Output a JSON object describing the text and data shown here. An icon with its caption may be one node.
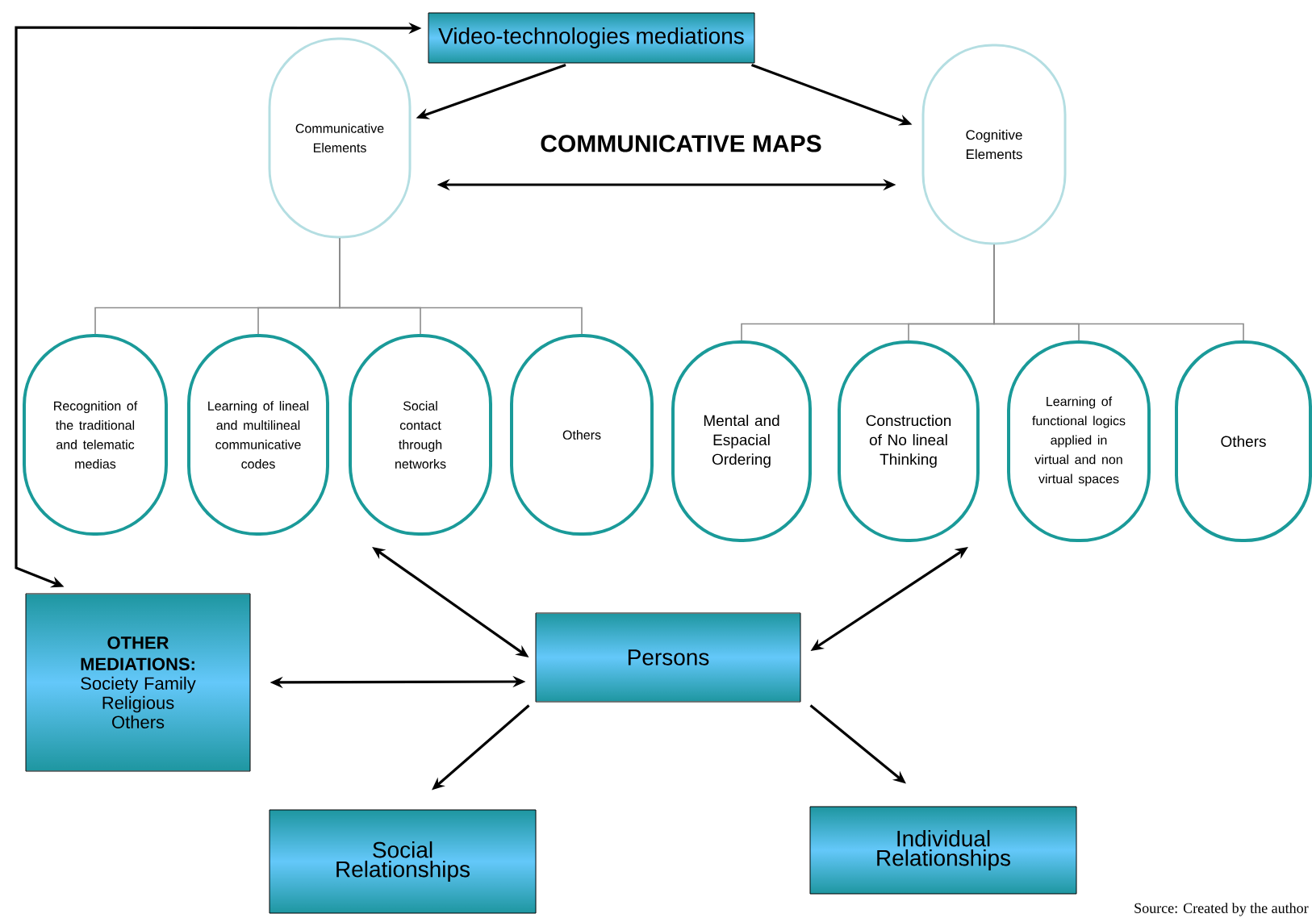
{
  "diagram": {
    "nodes": [
      {
        "text": [
          "Video-technologies mediations"
        ]
      },
      {
        "text": [
          "Communicative Elements"
        ]
      },
      {
        "text": [
          "Cognitive Elements"
        ]
      },
      {
        "text": [
          "Recognition of the traditional and telematic medias"
        ]
      },
      {
        "text": [
          "Learning of lineal and multilineal communicative codes"
        ]
      },
      {
        "text": [
          "Social contact through networks"
        ]
      },
      {
        "text": [
          "Others"
        ]
      },
      {
        "text": [
          "Mental and Espacial Ordering"
        ]
      },
      {
        "text": [
          "Construction of No lineal Thinking"
        ]
      },
      {
        "text": [
          "Learning of functional logics applied in virtual and non virtual spaces"
        ]
      },
      {
        "text": [
          "Others"
        ]
      },
      {
        "text": [
          "OTHER MEDIATIONS:",
          "Society Family Religious Others"
        ]
      },
      {
        "text": [
          "Persons"
        ]
      },
      {
        "text": [
          "Social Relationships"
        ]
      },
      {
        "text": [
          "Individual Relationships"
        ]
      }
    ],
    "edges": [
      {
        "from": 0,
        "to": 1,
        "arrow": "to"
      },
      {
        "from": 0,
        "to": 2,
        "arrow": "to"
      },
      {
        "from": 1,
        "to": 2,
        "arrow": "both"
      },
      {
        "from": 1,
        "to": 3,
        "arrow": "none",
        "color": "#8c8c8c"
      },
      {
        "from": 1,
        "to": 4,
        "arrow": "none",
        "color": "#8c8c8c"
      },
      {
        "from": 1,
        "to": 5,
        "arrow": "none",
        "color": "#8c8c8c"
      },
      {
        "from": 1,
        "to": 6,
        "arrow": "none",
        "color": "#8c8c8c"
      },
      {
        "from": 2,
        "to": 7,
        "arrow": "none",
        "color": "#8c8c8c"
      },
      {
        "from": 2,
        "to": 8,
        "arrow": "none",
        "color": "#8c8c8c"
      },
      {
        "from": 2,
        "to": 9,
        "arrow": "none",
        "color": "#8c8c8c"
      },
      {
        "from": 2,
        "to": 10,
        "arrow": "none",
        "color": "#8c8c8c"
      },
      {
        "from": 11,
        "to": 0,
        "arrow": "both"
      },
      {
        "from": 5,
        "to": 12,
        "arrow": "both"
      },
      {
        "from": 8,
        "to": 12,
        "arrow": "both"
      },
      {
        "from": 11,
        "to": 12,
        "arrow": "both"
      },
      {
        "from": 12,
        "to": 13,
        "arrow": "to"
      },
      {
        "from": 12,
        "to": 14,
        "arrow": "to"
      }
    ],
    "labels": [
      "COMMUNICATIVE MAPS",
      "Source: Created by the author"
    ]
  }
}
